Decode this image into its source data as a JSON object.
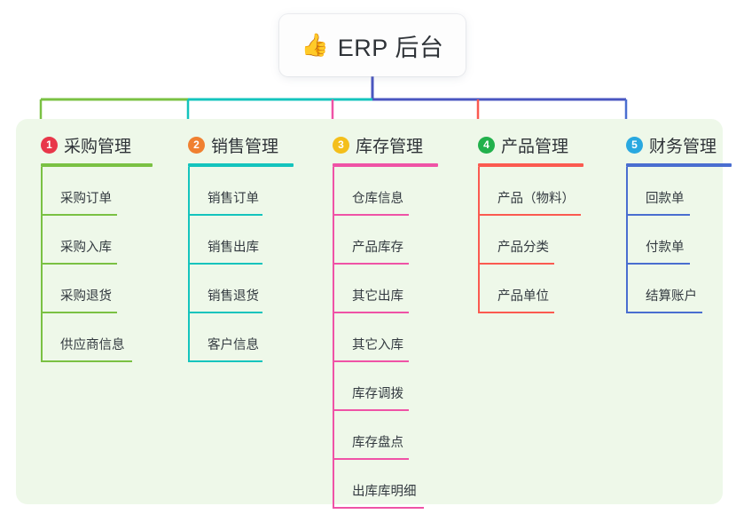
{
  "diagram": {
    "root": {
      "icon": "thumbs-up-icon",
      "emoji": "👍",
      "title": "ERP 后台"
    },
    "panel_color": "#eef8e9",
    "root_stem_color": "#4a56c0",
    "columns": [
      {
        "number": "1",
        "label": "采购管理",
        "badge_color": "#e8374a",
        "line_color": "#7ac143",
        "rule_width": 126,
        "items": [
          {
            "label": "采购订单",
            "rule_width": 86
          },
          {
            "label": "采购入库",
            "rule_width": 86
          },
          {
            "label": "采购退货",
            "rule_width": 86
          },
          {
            "label": "供应商信息",
            "rule_width": 103
          }
        ]
      },
      {
        "number": "2",
        "label": "销售管理",
        "badge_color": "#f08030",
        "line_color": "#14c4bd",
        "rule_width": 119,
        "items": [
          {
            "label": "销售订单",
            "rule_width": 84
          },
          {
            "label": "销售出库",
            "rule_width": 84
          },
          {
            "label": "销售退货",
            "rule_width": 84
          },
          {
            "label": "客户信息",
            "rule_width": 84
          }
        ]
      },
      {
        "number": "3",
        "label": "库存管理",
        "badge_color": "#f4bf1b",
        "line_color": "#ef53a6",
        "rule_width": 119,
        "items": [
          {
            "label": "仓库信息",
            "rule_width": 86
          },
          {
            "label": "产品库存",
            "rule_width": 86
          },
          {
            "label": "其它出库",
            "rule_width": 86
          },
          {
            "label": "其它入库",
            "rule_width": 86
          },
          {
            "label": "库存调拨",
            "rule_width": 86
          },
          {
            "label": "库存盘点",
            "rule_width": 86
          },
          {
            "label": "出库库明细",
            "rule_width": 103
          }
        ]
      },
      {
        "number": "4",
        "label": "产品管理",
        "badge_color": "#22b14c",
        "line_color": "#fb5a50",
        "rule_width": 119,
        "items": [
          {
            "label": "产品（物料）",
            "rule_width": 116
          },
          {
            "label": "产品分类",
            "rule_width": 86
          },
          {
            "label": "产品单位",
            "rule_width": 86
          }
        ]
      },
      {
        "number": "5",
        "label": "财务管理",
        "badge_color": "#29a8e0",
        "line_color": "#4a6ed0",
        "rule_width": 119,
        "items": [
          {
            "label": "回款单",
            "rule_width": 72
          },
          {
            "label": "付款单",
            "rule_width": 72
          },
          {
            "label": "结算账户",
            "rule_width": 86
          }
        ]
      }
    ]
  }
}
